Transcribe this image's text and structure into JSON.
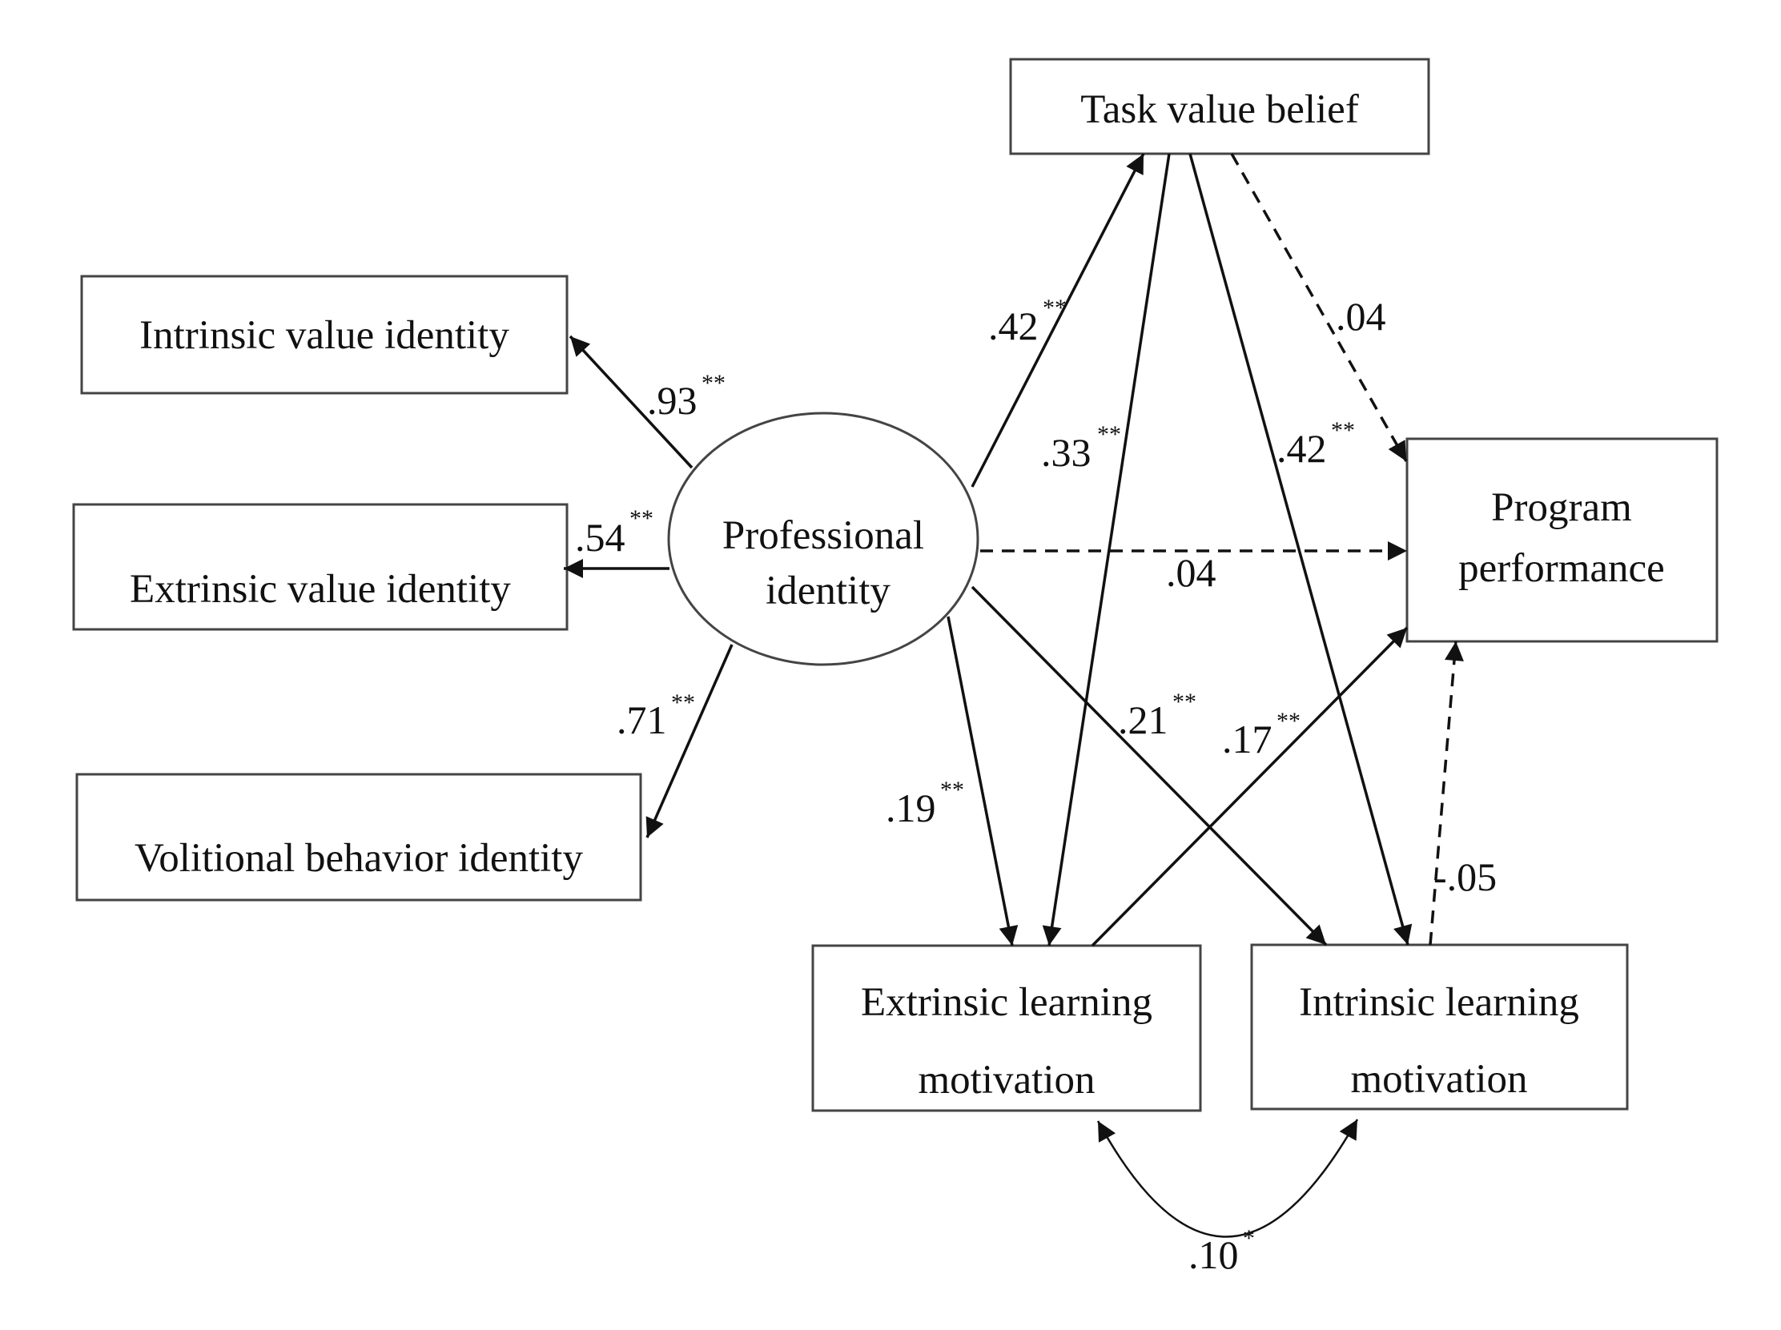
{
  "nodes": {
    "task_value_belief": "Task value belief",
    "intrinsic_value_identity": "Intrinsic value identity",
    "extrinsic_value_identity": "Extrinsic value identity",
    "volitional_behavior_identity": "Volitional behavior identity",
    "professional_identity": [
      "Professional",
      "identity"
    ],
    "program_performance": [
      "Program",
      "performance"
    ],
    "extrinsic_learning_motivation": [
      "Extrinsic learning",
      "motivation"
    ],
    "intrinsic_learning_motivation": [
      "Intrinsic learning",
      "motivation"
    ]
  },
  "paths": [
    {
      "id": "pi-ivi",
      "from": "Professional identity",
      "to": "Intrinsic value identity",
      "coef": ".93",
      "sig": "**",
      "style": "solid"
    },
    {
      "id": "pi-evi",
      "from": "Professional identity",
      "to": "Extrinsic value identity",
      "coef": ".54",
      "sig": "**",
      "style": "solid"
    },
    {
      "id": "pi-vbi",
      "from": "Professional identity",
      "to": "Volitional behavior identity",
      "coef": ".71",
      "sig": "**",
      "style": "solid"
    },
    {
      "id": "pi-tvb",
      "from": "Professional identity",
      "to": "Task value belief",
      "coef": ".42",
      "sig": "**",
      "style": "solid"
    },
    {
      "id": "tvb-elm",
      "from": "Task value belief",
      "to": "Extrinsic learning motivation",
      "coef": ".33",
      "sig": "**",
      "style": "solid"
    },
    {
      "id": "tvb-ilm",
      "from": "Task value belief",
      "to": "Intrinsic learning motivation",
      "coef": ".42",
      "sig": "**",
      "style": "solid"
    },
    {
      "id": "tvb-pp",
      "from": "Task value belief",
      "to": "Program performance",
      "coef": ".04",
      "sig": "",
      "style": "dashed"
    },
    {
      "id": "pi-pp",
      "from": "Professional identity",
      "to": "Program performance",
      "coef": ".04",
      "sig": "",
      "style": "dashed"
    },
    {
      "id": "pi-elm",
      "from": "Professional identity",
      "to": "Extrinsic learning motivation",
      "coef": ".19",
      "sig": "**",
      "style": "solid"
    },
    {
      "id": "pi-ilm",
      "from": "Professional identity",
      "to": "Intrinsic learning motivation",
      "coef": ".21",
      "sig": "**",
      "style": "solid"
    },
    {
      "id": "elm-pp",
      "from": "Extrinsic learning motivation",
      "to": "Program performance",
      "coef": ".17",
      "sig": "**",
      "style": "solid"
    },
    {
      "id": "ilm-pp",
      "from": "Intrinsic learning motivation",
      "to": "Program performance",
      "coef": "-.05",
      "sig": "",
      "style": "dashed"
    },
    {
      "id": "elm-ilm",
      "from": "Extrinsic learning motivation",
      "to": "Intrinsic learning motivation",
      "coef": ".10",
      "sig": "*",
      "style": "curved-double"
    }
  ],
  "colors": {
    "line": "#111111",
    "box_border": "#444444",
    "background": "#ffffff"
  }
}
